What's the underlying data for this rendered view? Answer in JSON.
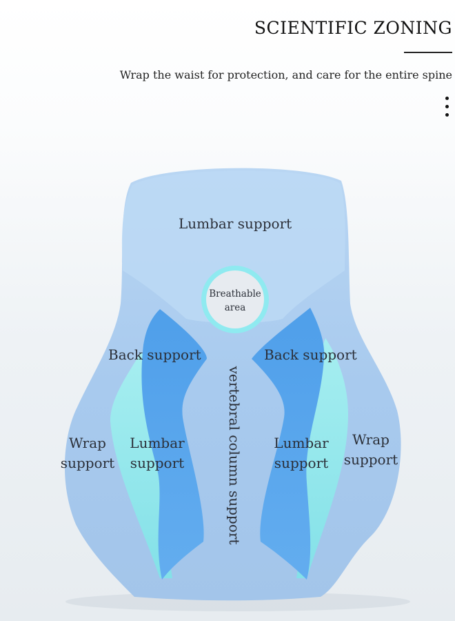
{
  "header": {
    "title": "SCIENTIFIC ZONING",
    "subtitle": "Wrap the waist for protection, and care for the entire spine"
  },
  "zones": {
    "top_lumbar": "Lumbar support",
    "breathable": [
      "Breathable",
      "area"
    ],
    "back_left": "Back support",
    "back_right": "Back support",
    "wrap_left": [
      "Wrap",
      "support"
    ],
    "lumbar_left": [
      "Lumbar",
      "support"
    ],
    "lumbar_right": [
      "Lumbar",
      "support"
    ],
    "wrap_right": [
      "Wrap",
      "support"
    ],
    "vertebral": "vertebral column support"
  },
  "colors": {
    "cushion_body": "#a9cbee",
    "cushion_top": "#bad7f3",
    "back_zone": "#5aa7ec",
    "lumbar_zone": "#8ee6ea",
    "breathable_ring": "#8feaf0",
    "breathable_center": "#e7ebf0"
  }
}
